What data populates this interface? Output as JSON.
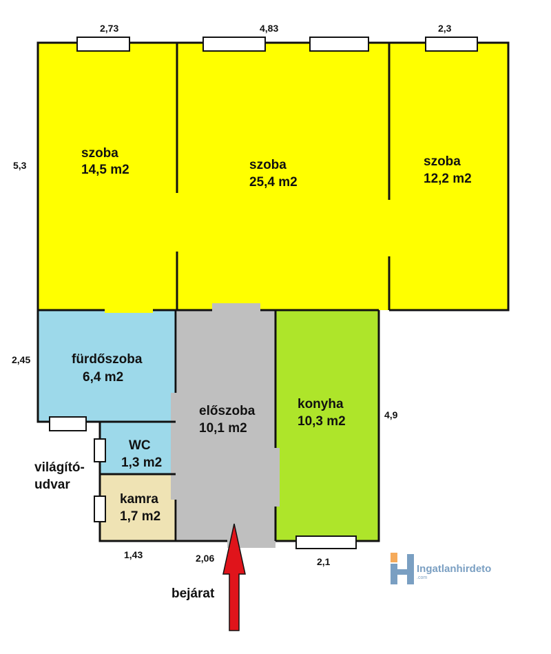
{
  "colors": {
    "room": "#ffff00",
    "bath": "#9dd9ea",
    "hall": "#bfbfbf",
    "kitchen": "#aee52a",
    "pantry": "#efe3b4",
    "arrow": "#e0141b",
    "logo_blue": "#7a9fc2",
    "logo_orange": "#f5aa5a"
  },
  "rooms": [
    {
      "name": "szoba",
      "area": "14,5 m2"
    },
    {
      "name": "szoba",
      "area": "25,4 m2"
    },
    {
      "name": "szoba",
      "area": "12,2 m2"
    },
    {
      "name": "fürdőszoba",
      "area": "6,4 m2"
    },
    {
      "name": "előszoba",
      "area": "10,1 m2"
    },
    {
      "name": "konyha",
      "area": "10,3 m2"
    },
    {
      "name": "WC",
      "area": "1,3 m2"
    },
    {
      "name": "kamra",
      "area": "1,7 m2"
    }
  ],
  "dimensions": {
    "top1": "2,73",
    "top2": "4,83",
    "top3": "2,3",
    "left1": "5,3",
    "left2": "2,45",
    "right": "4,9",
    "bottom1": "1,43",
    "bottom2": "2,06",
    "bottom3": "2,1"
  },
  "labels": {
    "lightwell_1": "világító-",
    "lightwell_2": "udvar",
    "entrance": "bejárat"
  },
  "logo": {
    "name": "Ingatlanhirdeto",
    "suffix": ".com"
  }
}
